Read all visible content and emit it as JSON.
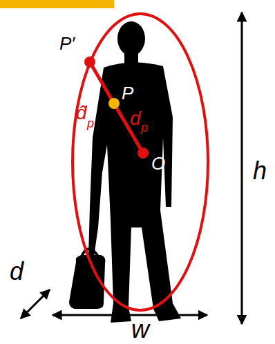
{
  "diagram": {
    "labels": [
      "P′",
      "d̂",
      "p",
      "P",
      "d",
      "p",
      "O",
      "h",
      "d",
      "w"
    ]
  }
}
